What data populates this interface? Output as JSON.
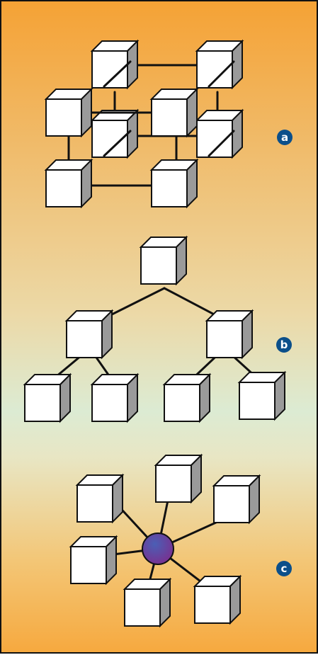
{
  "diagrams": [
    {
      "id": "a",
      "label": "a",
      "topology": "mesh-cube"
    },
    {
      "id": "b",
      "label": "b",
      "topology": "tree"
    },
    {
      "id": "c",
      "label": "c",
      "topology": "star"
    }
  ],
  "colors": {
    "label_badge": "#0b4f8a",
    "hub_gradient_start": "#4b5fb5",
    "hub_gradient_end": "#7a2f8f",
    "cube_side": "#9a9a9a",
    "background_top": "#f5a235",
    "background_mid": "#dcebd3"
  }
}
